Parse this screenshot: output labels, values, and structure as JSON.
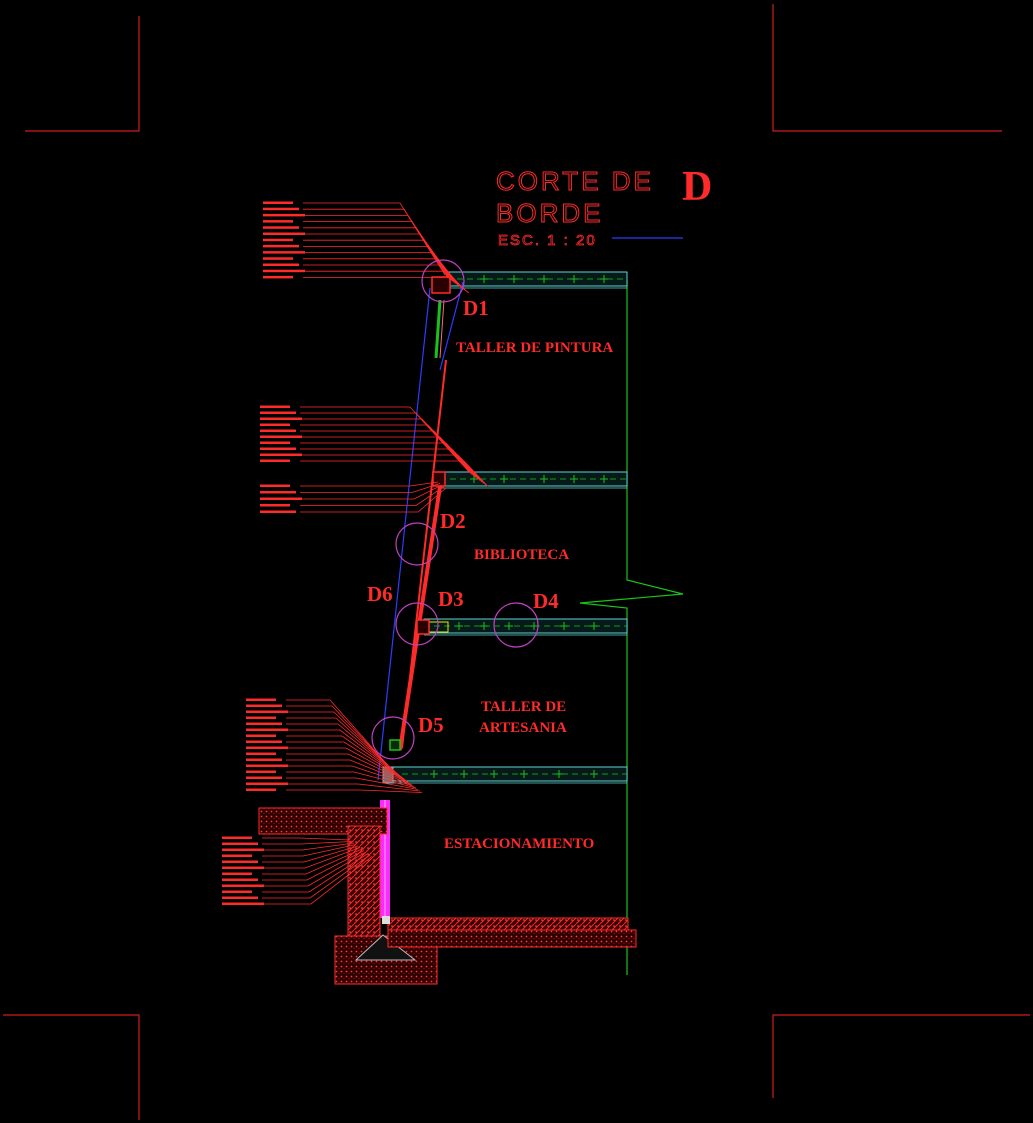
{
  "title": {
    "line1": "CORTE DE",
    "line2": "BORDE",
    "scale": "ESC. 1 : 20",
    "letter": "D"
  },
  "rooms": {
    "taller_pintura": "TALLER DE PINTURA",
    "biblioteca": "BIBLIOTECA",
    "taller_artesania_1": "TALLER DE",
    "taller_artesania_2": "ARTESANIA",
    "estacionamiento": "ESTACIONAMIENTO"
  },
  "details": {
    "d1": "D1",
    "d2": "D2",
    "d3": "D3",
    "d4": "D4",
    "d5": "D5",
    "d6": "D6"
  },
  "colors": {
    "background": "#000000",
    "red": "#ff2a2a",
    "green": "#19c219",
    "cyan": "#5fd3d3",
    "blue": "#2a3dff",
    "magenta": "#ff2aff",
    "violet": "#c040c0"
  }
}
